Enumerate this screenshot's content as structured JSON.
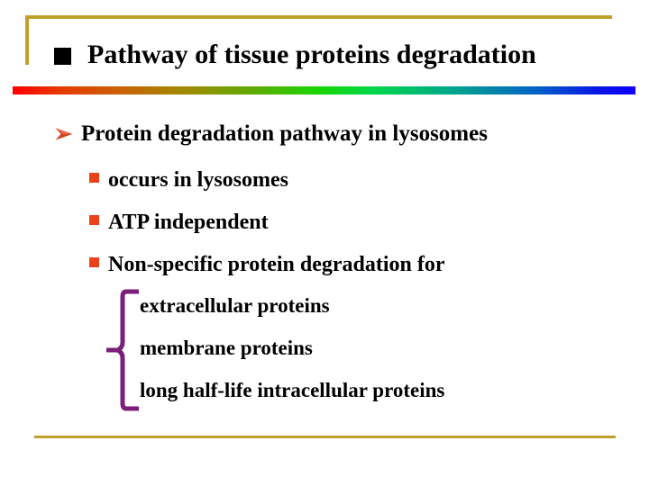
{
  "slide": {
    "background_color": "#FFFFFF",
    "title": {
      "bullet_icon": "black-square-bullet",
      "text": "Pathway of tissue proteins degradation",
      "color": "#000000"
    },
    "decorations": {
      "top_bracket_color": "#BFA12B",
      "bottom_rule_color": "#BFA12B",
      "rainbow_bar": {
        "name": "rainbow-gradient-divider",
        "stops": [
          "#FF0000",
          "#C86400",
          "#9E8C00",
          "#19D600",
          "#00A887",
          "#0062C8",
          "#1000FF"
        ]
      },
      "brace_color": "#7B1F7A"
    },
    "body": {
      "level1": {
        "bullet_icon": "arrow-bullet",
        "bullet_color": "#D2461E",
        "text": "Protein degradation pathway in lysosomes"
      },
      "level2_bullet_color": "#EC4219",
      "level2": [
        {
          "bullet_icon": "orange-square-bullet",
          "text": "occurs in lysosomes"
        },
        {
          "bullet_icon": "orange-square-bullet",
          "text": "ATP independent"
        },
        {
          "bullet_icon": "orange-square-bullet",
          "text": "Non-specific protein degradation for"
        }
      ],
      "level3": [
        {
          "text": "extracellular proteins"
        },
        {
          "text": "membrane proteins"
        },
        {
          "text": "long half-life intracellular proteins"
        }
      ]
    }
  }
}
